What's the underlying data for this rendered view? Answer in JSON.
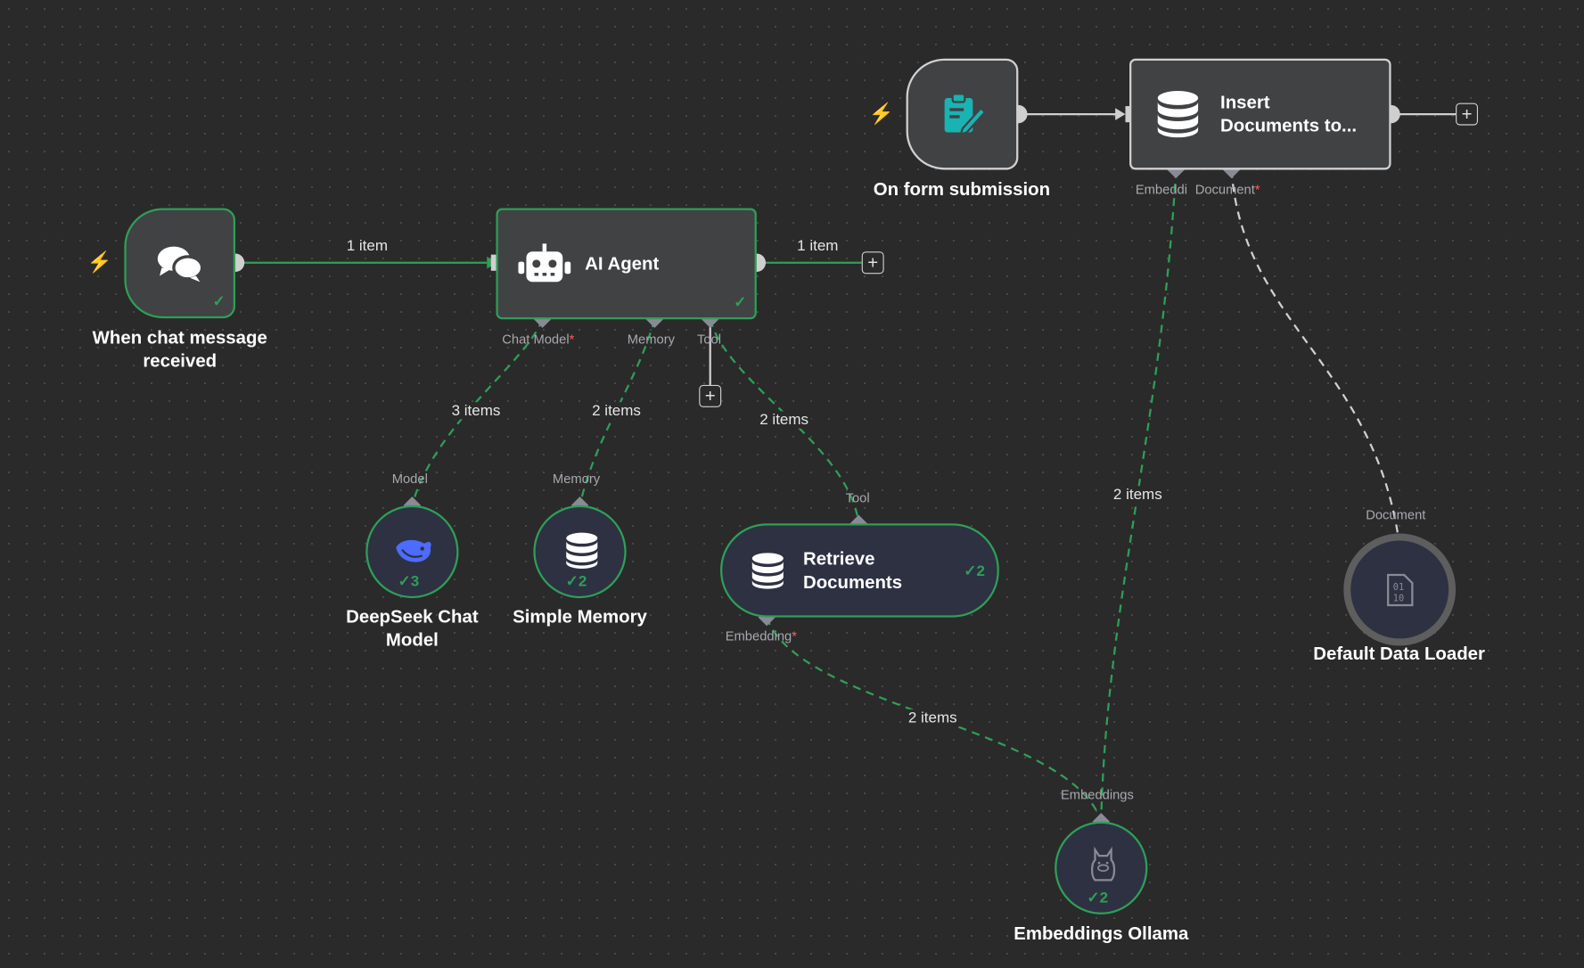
{
  "nodes": {
    "chat_trigger": {
      "label": "When chat message received"
    },
    "ai_agent": {
      "label": "AI Agent"
    },
    "form_trigger": {
      "label": "On form submission"
    },
    "insert_docs": {
      "label": "Insert Documents to..."
    },
    "deepseek": {
      "label": "DeepSeek Chat Model",
      "count": "3"
    },
    "memory": {
      "label": "Simple Memory",
      "count": "2"
    },
    "retrieve": {
      "label": "Retrieve Documents",
      "count": "2"
    },
    "embeddings": {
      "label": "Embeddings Ollama",
      "count": "2"
    },
    "loader": {
      "label": "Default Data Loader"
    }
  },
  "ports": {
    "agent_chat_model": "Chat Model",
    "agent_memory": "Memory",
    "agent_tool": "Tool",
    "deepseek_model": "Model",
    "memory_memory": "Memory",
    "retrieve_tool": "Tool",
    "retrieve_embedding": "Embedding",
    "insert_embedding": "Embeddi",
    "insert_document": "Document",
    "loader_document": "Document",
    "embeddings_in": "Embeddings",
    "required_mark": "*"
  },
  "edges": {
    "chat_to_agent": "1 item",
    "agent_out": "1 item",
    "model_items": "3 items",
    "memory_items": "2 items",
    "tool_items": "2 items",
    "insert_embed_items": "2 items",
    "retrieve_embed_items": "2 items"
  },
  "icons": {
    "chat": "chat-bubbles-icon",
    "robot": "robot-icon",
    "form": "form-edit-icon",
    "db": "database-icon",
    "deepseek": "deepseek-whale-icon",
    "ollama": "ollama-llama-icon",
    "file": "binary-file-icon",
    "trigger": "lightning-bolt-icon"
  },
  "colors": {
    "success": "#2f9e58",
    "trigger": "#ff6d5a",
    "form_icon": "#19b3b3",
    "deepseek": "#4d6bfe"
  }
}
